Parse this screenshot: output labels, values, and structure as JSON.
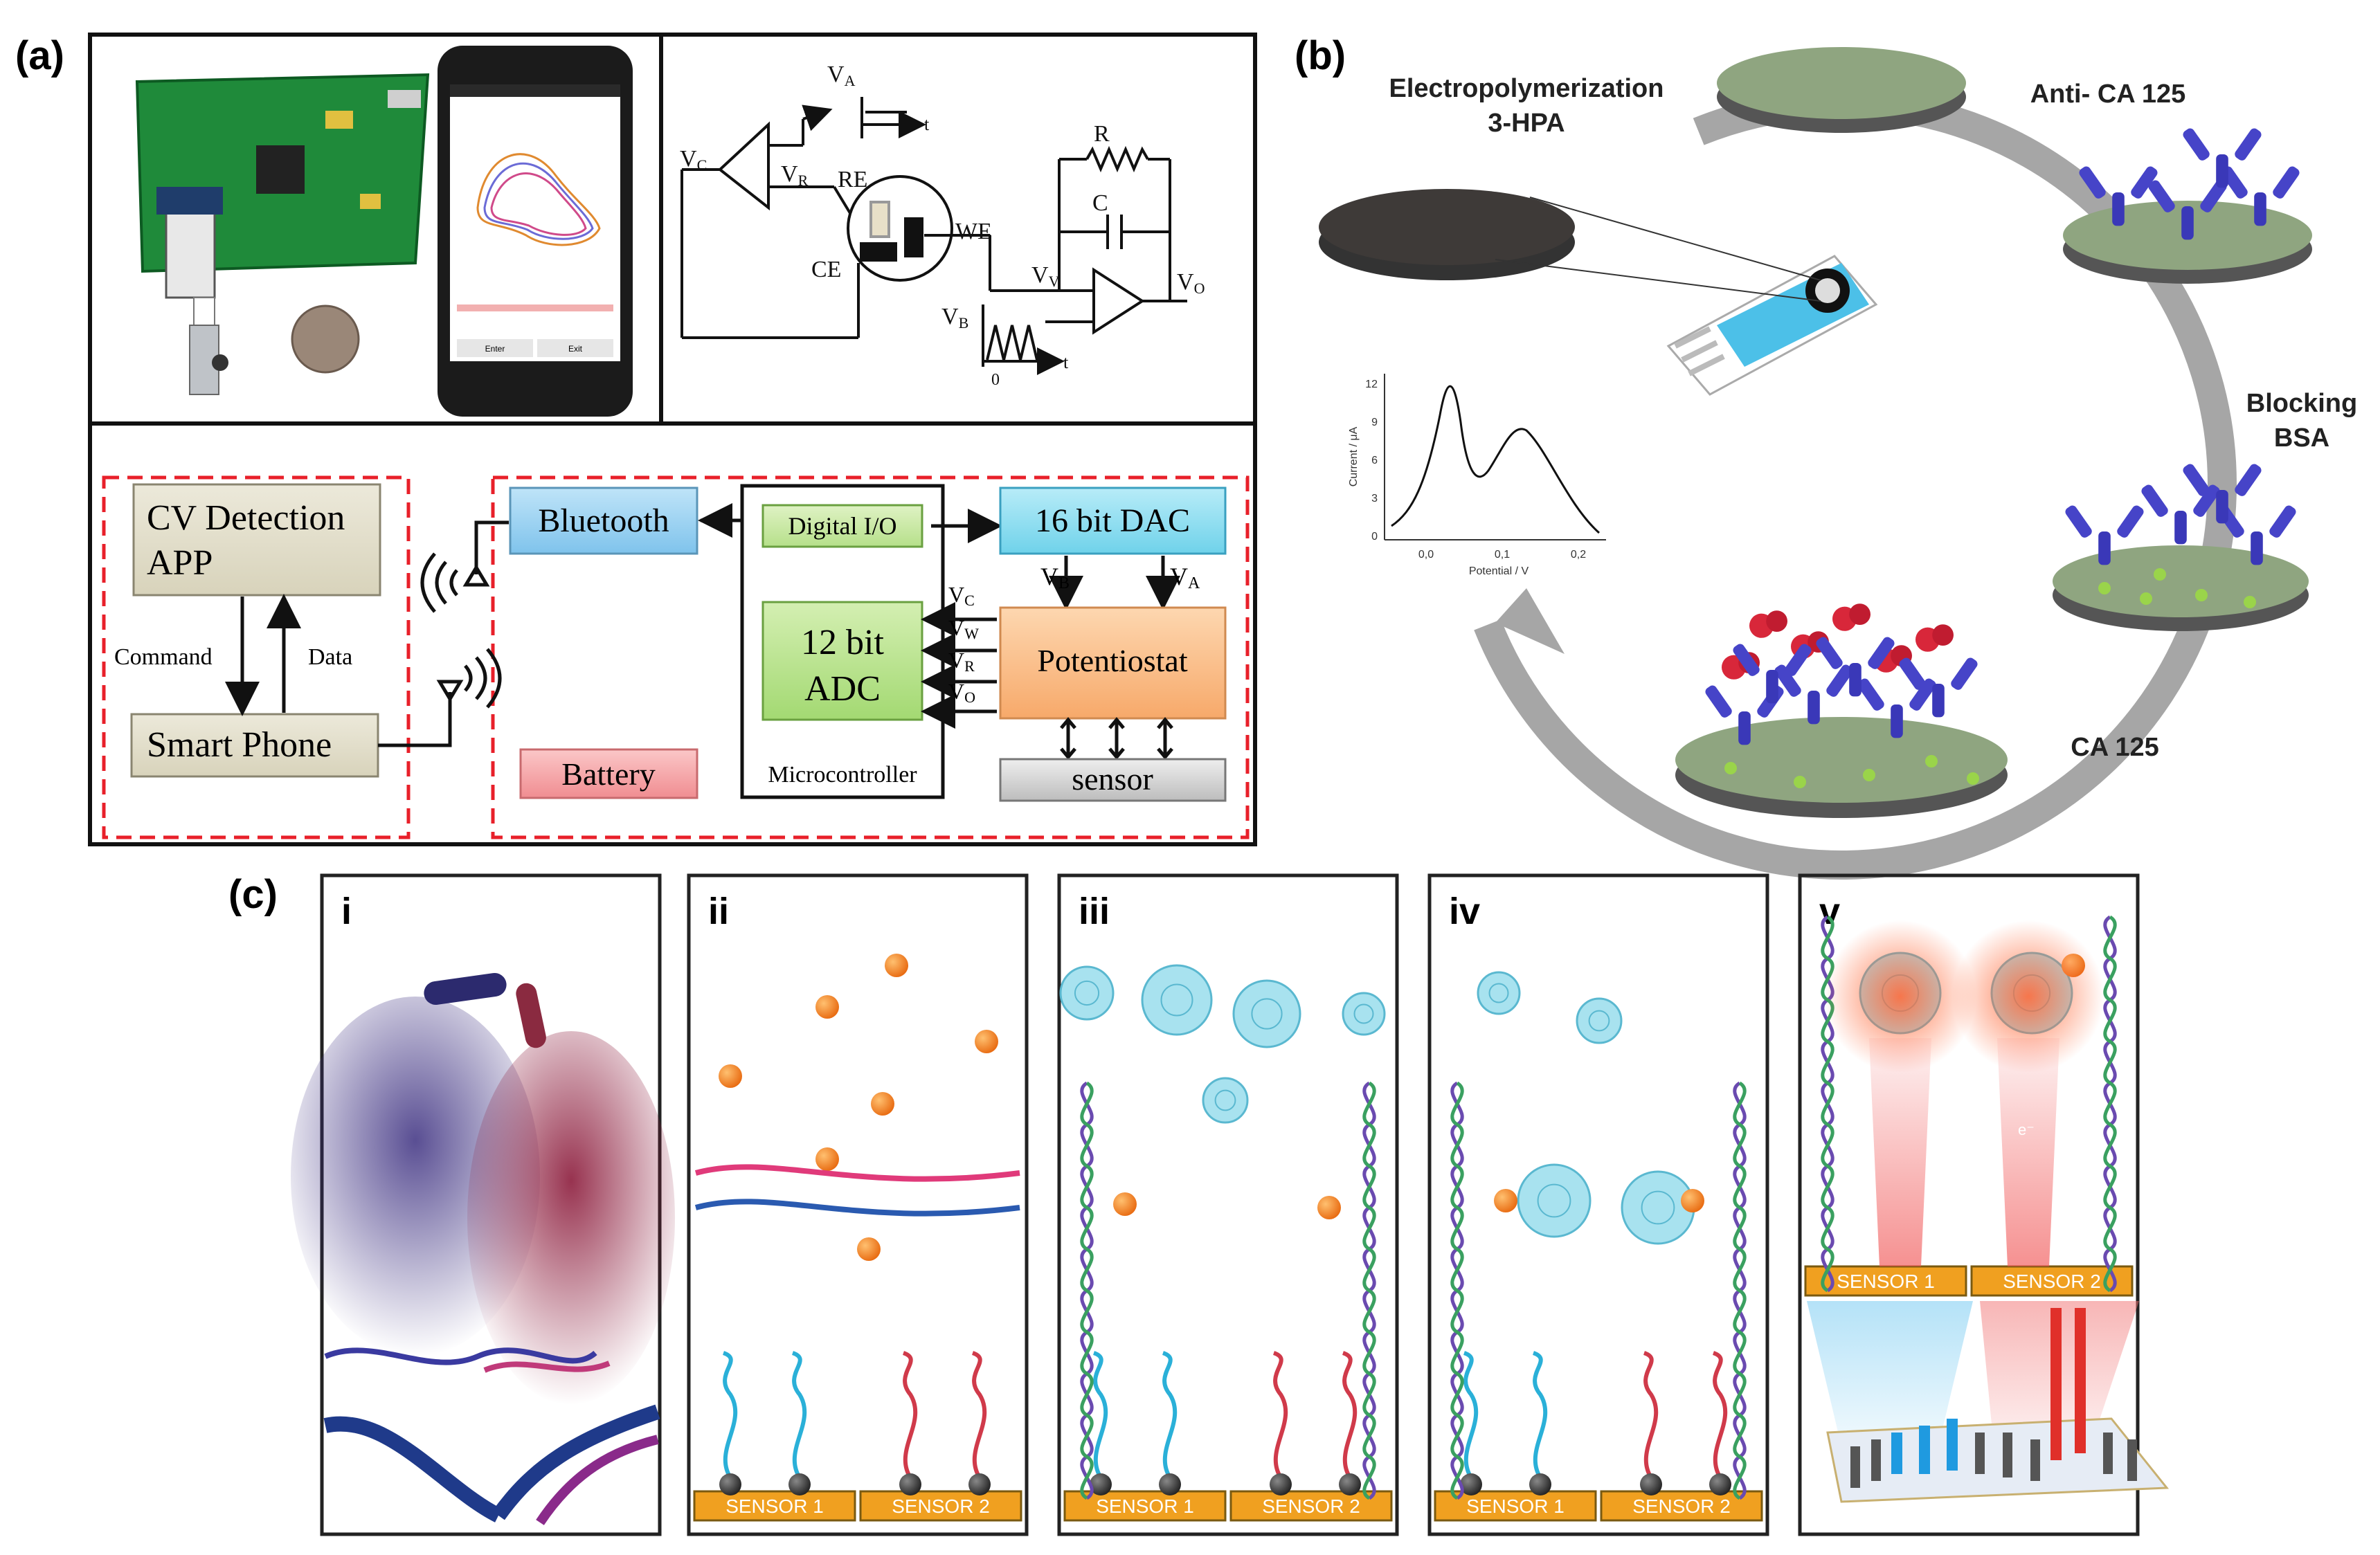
{
  "panel_labels": {
    "a": "(a)",
    "b": "(b)",
    "c": "(c)"
  },
  "panel_a": {
    "phone_enter": "Enter",
    "phone_exit": "Exit",
    "circuit": {
      "va": "V",
      "va_sub": "A",
      "vc": "V",
      "vc_sub": "C",
      "vr": "V",
      "vr_sub": "R",
      "re": "RE",
      "we": "WE",
      "ce": "CE",
      "vv": "V",
      "vv_sub": "V",
      "vb": "V",
      "vb_sub": "B",
      "vo": "V",
      "vo_sub": "O",
      "r": "R",
      "c": "C",
      "t1": "t",
      "t2": "t",
      "zero": "0"
    },
    "block": {
      "cv_app": [
        "CV Detection",
        "APP"
      ],
      "command": "Command",
      "data": "Data",
      "smart_phone": "Smart Phone",
      "bluetooth": "Bluetooth",
      "digital_io": "Digital I/O",
      "dac": "16 bit DAC",
      "adc": [
        "12 bit",
        "ADC"
      ],
      "potentiostat": "Potentiostat",
      "sensor": "sensor",
      "battery": "Battery",
      "microcontroller": "Microcontroller",
      "vb": "V",
      "vb_sub": "B",
      "va": "V",
      "va_sub": "A",
      "vc": "V",
      "vc_sub": "C",
      "vw": "V",
      "vw_sub": "W",
      "vr": "V",
      "vr_sub": "R",
      "vo": "V",
      "vo_sub": "O"
    }
  },
  "panel_b": {
    "electropolymerization": [
      "Electropolymerization",
      "3-HPA"
    ],
    "anti_ca125": "Anti- CA 125",
    "blocking": [
      "Blocking",
      "BSA"
    ],
    "ca125": "CA 125",
    "plot": {
      "ylabel": "Current / μA",
      "xlabel": "Potential / V",
      "yticks": [
        "12",
        "9",
        "6",
        "3",
        "0"
      ],
      "xticks": [
        "0,0",
        "0,1",
        "0,2"
      ]
    }
  },
  "panel_c": {
    "labels": [
      "i",
      "ii",
      "iii",
      "iv",
      "v"
    ],
    "sensor1": "SENSOR 1",
    "sensor2": "SENSOR 2",
    "electron": "e⁻"
  },
  "colors": {
    "dashed_red": "#e8202a",
    "bluetooth": "#9fd4f2",
    "dac": "#8fdcf0",
    "adc": "#b6e08a",
    "potentiostat": "#fbc08e",
    "battery": "#f6a9ab",
    "app_box": "#e3dfcc",
    "disk_green": "#8fa580",
    "antibody": "#3a38b8",
    "antigen": "#d8273a",
    "sensor_gold": "#f0a020",
    "fullerene": "#a8e2ef"
  }
}
